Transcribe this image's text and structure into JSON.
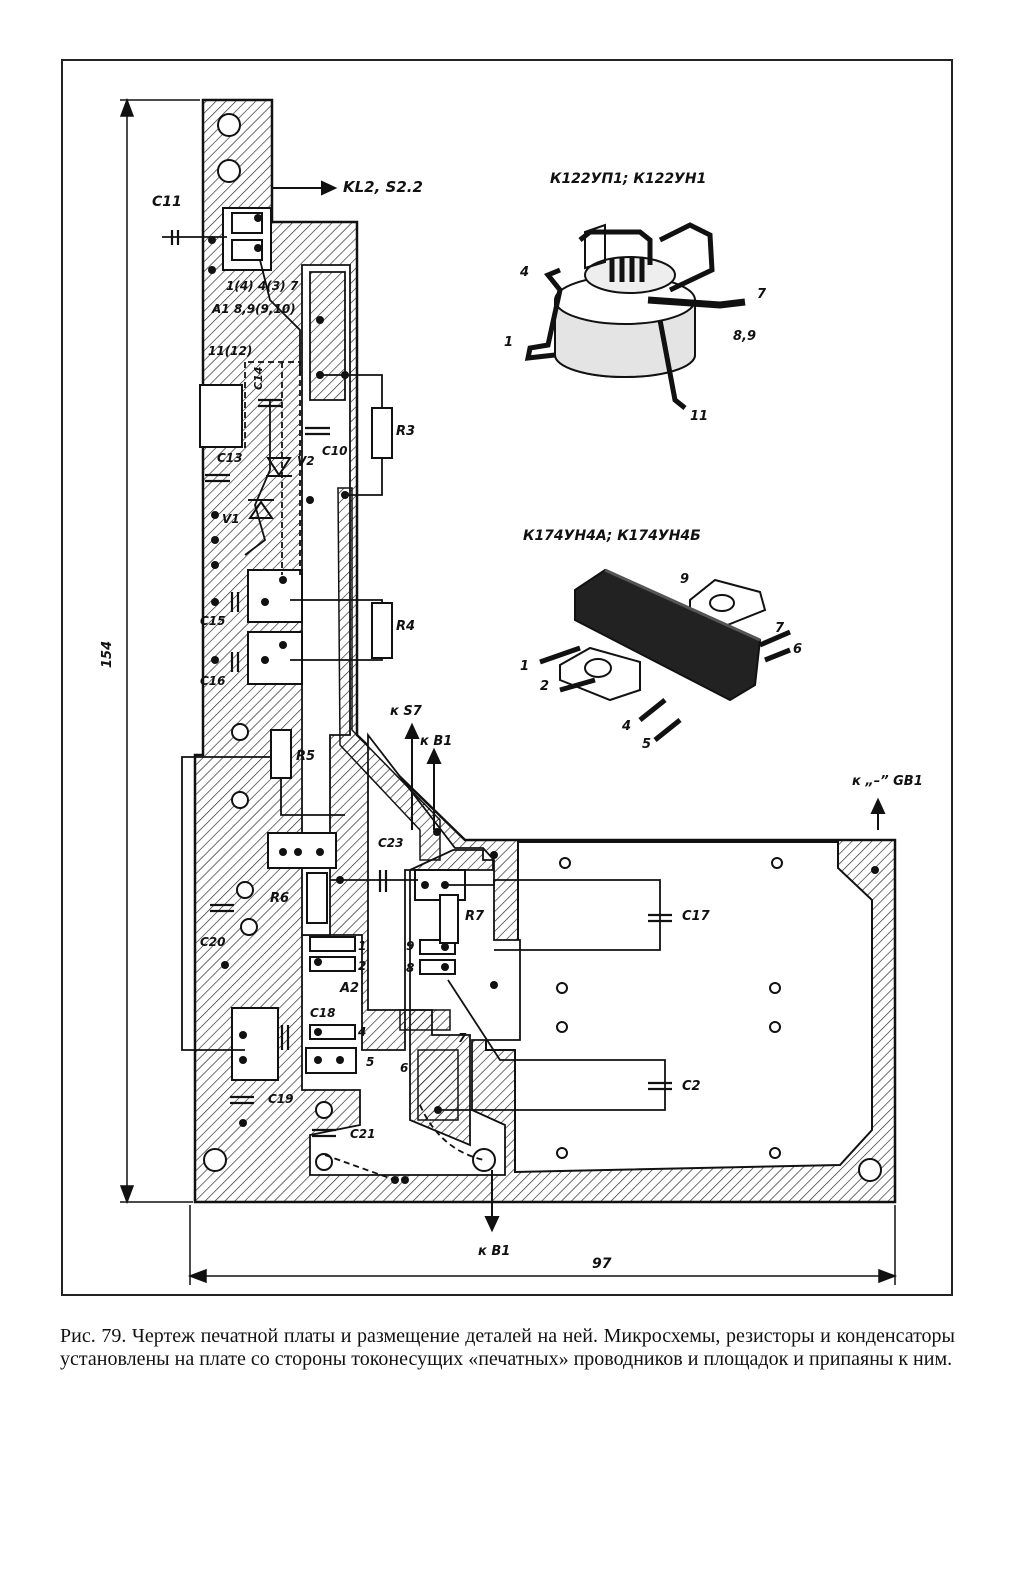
{
  "labels": {
    "c11": "C11",
    "kl2_s22": "KL2, S2.2",
    "pin_1_4": "1(4)",
    "pin_4_3": "4(3)",
    "pin_7_top": "7",
    "a1_89": "A1  8,9(9,10)",
    "pin_11_12": "11(12)",
    "c14": "C14",
    "c13": "C13",
    "v1": "V1",
    "v2": "V2",
    "c10": "C10",
    "r3": "R3",
    "r4": "R4",
    "c15": "C15",
    "c16": "C16",
    "r5": "R5",
    "r6": "R6",
    "c20": "C20",
    "c23": "C23",
    "r7": "R7",
    "c17": "C17",
    "c2": "C2",
    "a2": "A2",
    "c18": "C18",
    "c19": "C19",
    "c21": "C21",
    "n1": "1",
    "n2": "2",
    "n4": "4",
    "n5": "5",
    "n6": "6",
    "n7": "7",
    "n8": "8",
    "n9": "9",
    "k_s7": "к S7",
    "k_b1_up": "к B1",
    "k_b1_down": "к B1",
    "k_gb1": "к „–” GB1",
    "dim_154": "154",
    "dim_97": "97",
    "chip1_title": "К122УП1; К122УН1",
    "chip1_p4": "4",
    "chip1_p1": "1",
    "chip1_p7": "7",
    "chip1_p89": "8,9",
    "chip1_p11": "11",
    "chip2_title": "К174УН4А; К174УН4Б",
    "chip2_p9": "9",
    "chip2_p7": "7",
    "chip2_p6": "6",
    "chip2_p1": "1",
    "chip2_p2": "2",
    "chip2_p4": "4",
    "chip2_p5": "5"
  },
  "caption": "Рис. 79. Чертеж печатной платы и размещение деталей на ней. Микросхемы, резисторы и конденсаторы установлены на плате со стороны токонесущих «печатных» проводников и площадок и припаяны к ним."
}
